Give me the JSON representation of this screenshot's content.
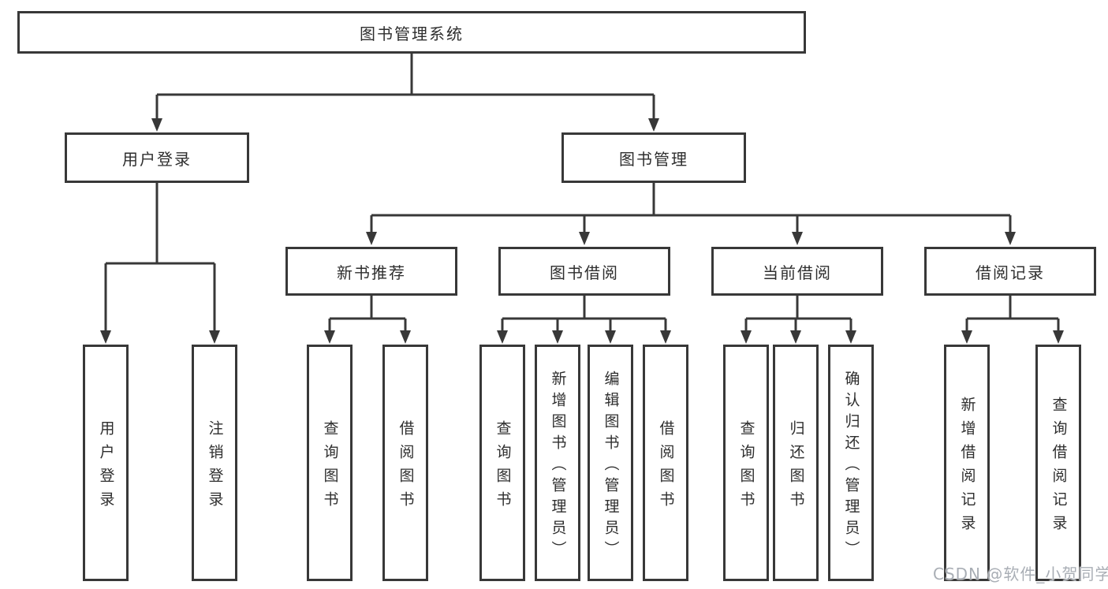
{
  "diagram": {
    "root": {
      "label": "图书管理系统"
    },
    "level2": [
      {
        "label": "用户登录"
      },
      {
        "label": "图书管理"
      }
    ],
    "level3": [
      {
        "label": "新书推荐"
      },
      {
        "label": "图书借阅"
      },
      {
        "label": "当前借阅"
      },
      {
        "label": "借阅记录"
      }
    ],
    "leaves": {
      "user_login": [
        {
          "label": "用户登录"
        },
        {
          "label": "注销登录"
        }
      ],
      "new_books": [
        {
          "label": "查询图书"
        },
        {
          "label": "借阅图书"
        }
      ],
      "book_borrow": [
        {
          "label": "查询图书"
        },
        {
          "label": "新增图书（管理员）"
        },
        {
          "label": "编辑图书（管理员）"
        },
        {
          "label": "借阅图书"
        }
      ],
      "current_borrow": [
        {
          "label": "查询图书"
        },
        {
          "label": "归还图书"
        },
        {
          "label": "确认归还（管理员）"
        }
      ],
      "borrow_records": [
        {
          "label": "新增借阅记录"
        },
        {
          "label": "查询借阅记录"
        }
      ]
    },
    "watermark": "CSDN @软件_小贺同学",
    "colors": {
      "line": "#383838",
      "text": "#2e2e2e",
      "watermark": "#a9aeb5",
      "background": "#ffffff"
    }
  }
}
